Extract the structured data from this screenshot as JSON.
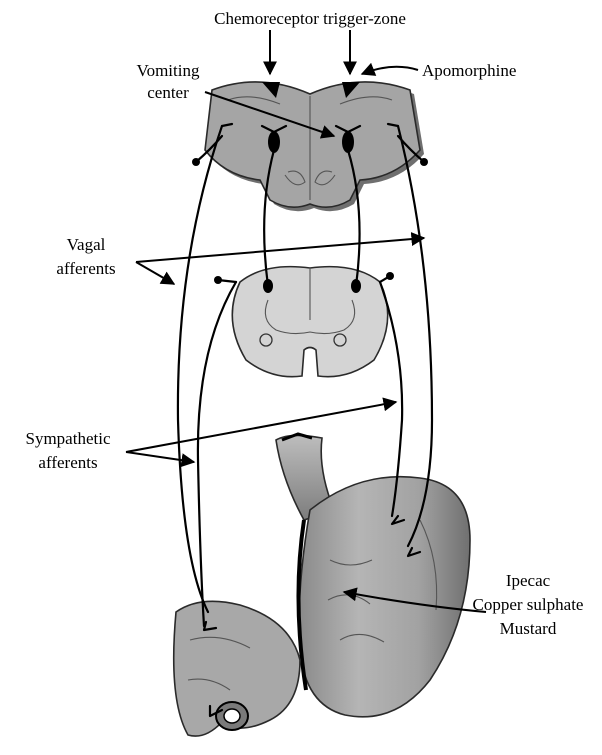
{
  "labels": {
    "chemoreceptor": "Chemoreceptor trigger-zone",
    "vomiting_line1": "Vomiting",
    "vomiting_line2": "center",
    "apomorphine": "Apomorphine",
    "vagal_line1": "Vagal",
    "vagal_line2": "afferents",
    "sympathetic_line1": "Sympathetic",
    "sympathetic_line2": "afferents",
    "emetics_line1": "Ipecac",
    "emetics_line2": "Copper sulphate",
    "emetics_line3": "Mustard"
  },
  "colors": {
    "organ_fill": "#a9a9a9",
    "organ_dark": "#7c7c7c",
    "organ_light": "#cfcfcf",
    "spinal_fill": "#d6d6d6",
    "stroke": "#000000"
  }
}
